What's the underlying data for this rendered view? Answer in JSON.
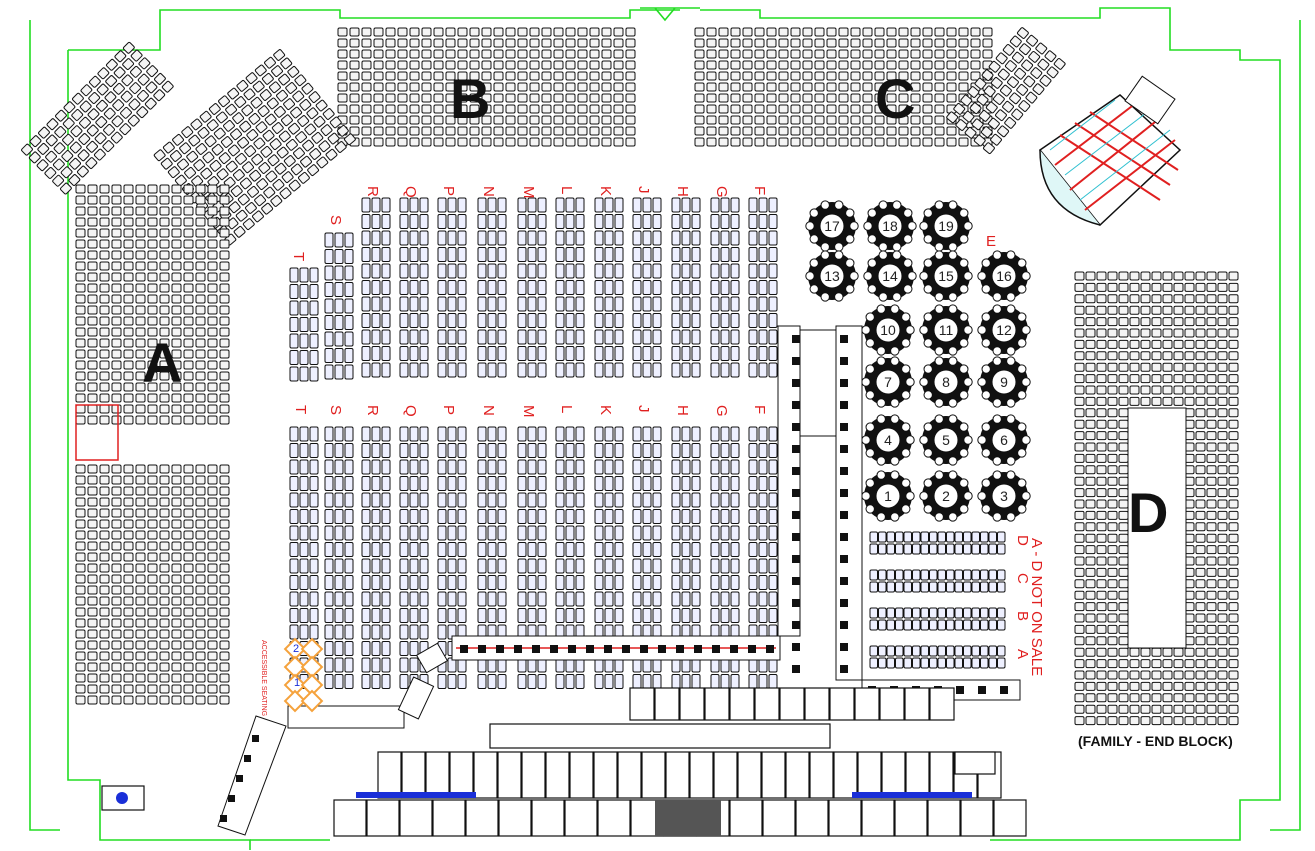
{
  "sections": {
    "a": "A",
    "b": "B",
    "c": "C",
    "d": "D",
    "e": "E",
    "d_caption": "(FAMILY - END BLOCK)"
  },
  "floor_rows_top": [
    "R",
    "Q",
    "P",
    "N",
    "M",
    "L",
    "K",
    "J",
    "H",
    "G",
    "F"
  ],
  "floor_rows_top_extra": [
    "T",
    "S"
  ],
  "floor_rows_bottom": [
    "T",
    "S",
    "R",
    "Q",
    "P",
    "N",
    "M",
    "L",
    "K",
    "J",
    "H",
    "G",
    "F"
  ],
  "tables": [
    "17",
    "18",
    "19",
    "13",
    "14",
    "15",
    "16",
    "10",
    "11",
    "12",
    "7",
    "8",
    "9",
    "4",
    "5",
    "6",
    "1",
    "2",
    "3"
  ],
  "front_rows": [
    "D",
    "C",
    "B",
    "A"
  ],
  "front_rows_note": "A - D NOT ON SALE",
  "accessible": {
    "label": "ACCESSIBLE SEATING",
    "numbers": [
      "2",
      "1"
    ]
  },
  "colors": {
    "walls": "#22dd22",
    "row_labels": "#e02020",
    "seats": "#111111",
    "blue_platform": "#1a2fd8",
    "accessible": "#f5a23c"
  }
}
